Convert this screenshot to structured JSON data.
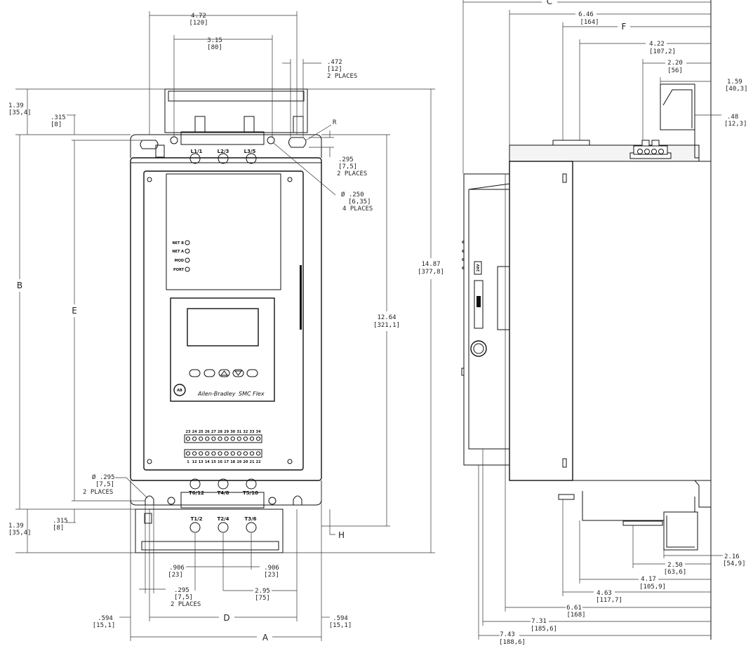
{
  "front_view": {
    "dims": {
      "top_width": {
        "value": "4.72",
        "metric": "[120]"
      },
      "mount_width": {
        "value": "3.15",
        "metric": "[80]"
      },
      "slot_width": {
        "value": ".472",
        "metric": "[12]",
        "note": "2 PLACES"
      },
      "top_height": {
        "value": "1.39",
        "metric": "[35,4]"
      },
      "top_offset": {
        "value": ".315",
        "metric": "[8]"
      },
      "slot_radius": {
        "value": "R"
      },
      "slot_height": {
        "value": ".295",
        "metric": "[7,5]",
        "note": "2 PLACES"
      },
      "hole_diameter": {
        "value": "Ø .250",
        "metric": "[6,35]",
        "note": "4 PLACES"
      },
      "overall_height": {
        "value": "14.87",
        "metric": "[377,8]"
      },
      "inner_height": {
        "value": "12.64",
        "metric": "[321,1]"
      },
      "bottom_hole": {
        "value": "Ø .295",
        "metric": "[7,5]",
        "note": "2 PLACES"
      },
      "bottom_offset": {
        "value": ".315",
        "metric": "[8]"
      },
      "bottom_height": {
        "value": "1.39",
        "metric": "[35,4]"
      },
      "term_left": {
        "value": ".906",
        "metric": "[23]"
      },
      "term_right": {
        "value": ".906",
        "metric": "[23]"
      },
      "term_span": {
        "value": "2.95",
        "metric": "[75]"
      },
      "bottom_slot": {
        "value": ".295",
        "metric": "[7,5]",
        "note": "2 PLACES"
      },
      "edge_left": {
        "value": ".594",
        "metric": "[15,1]"
      },
      "edge_right": {
        "value": ".594",
        "metric": "[15,1]"
      }
    },
    "letters": {
      "a": "A",
      "b": "B",
      "d": "D",
      "e": "E",
      "h": "H"
    },
    "line_terminals": [
      "L1/1",
      "L2/3",
      "L3/5"
    ],
    "load_terminals_top": [
      "T6/12",
      "T4/8",
      "T5/10"
    ],
    "load_terminals_bottom": [
      "T1/2",
      "T2/4",
      "T3/6"
    ],
    "status_leds": [
      "NET B",
      "NET A",
      "MOD",
      "PORT"
    ],
    "brand_logo": "AB",
    "brand_name": "Allen-Bradley",
    "product_name": "SMC Flex",
    "control_terminals_top": [
      "23",
      "24",
      "25",
      "26",
      "27",
      "28",
      "29",
      "30",
      "31",
      "32",
      "33",
      "34"
    ],
    "control_terminals_bottom": [
      "1",
      "12",
      "13",
      "14",
      "15",
      "16",
      "17",
      "18",
      "19",
      "20",
      "21",
      "22"
    ],
    "side_label": "24V"
  },
  "side_view": {
    "dims": {
      "depth_c": {
        "letter": "C"
      },
      "depth_646": {
        "value": "6.46",
        "metric": "[164]"
      },
      "letter_f": "F",
      "depth_422": {
        "value": "4.22",
        "metric": "[107,2]"
      },
      "depth_220": {
        "value": "2.20",
        "metric": "[56]"
      },
      "depth_159": {
        "value": "1.59",
        "metric": "[40,3]"
      },
      "depth_048": {
        "value": ".48",
        "metric": "[12,3]"
      },
      "depth_216": {
        "value": "2.16",
        "metric": "[54,9]"
      },
      "depth_250": {
        "value": "2.50",
        "metric": "[63,6]"
      },
      "depth_417": {
        "value": "4.17",
        "metric": "[105,9]"
      },
      "depth_463": {
        "value": "4.63",
        "metric": "[117,7]"
      },
      "depth_661": {
        "value": "6.61",
        "metric": "[168]"
      },
      "depth_731": {
        "value": "7.31",
        "metric": "[185,6]"
      },
      "depth_743": {
        "value": "7.43",
        "metric": "[188,6]"
      }
    }
  },
  "colors": {
    "line": "#111111",
    "background": "#ffffff"
  }
}
